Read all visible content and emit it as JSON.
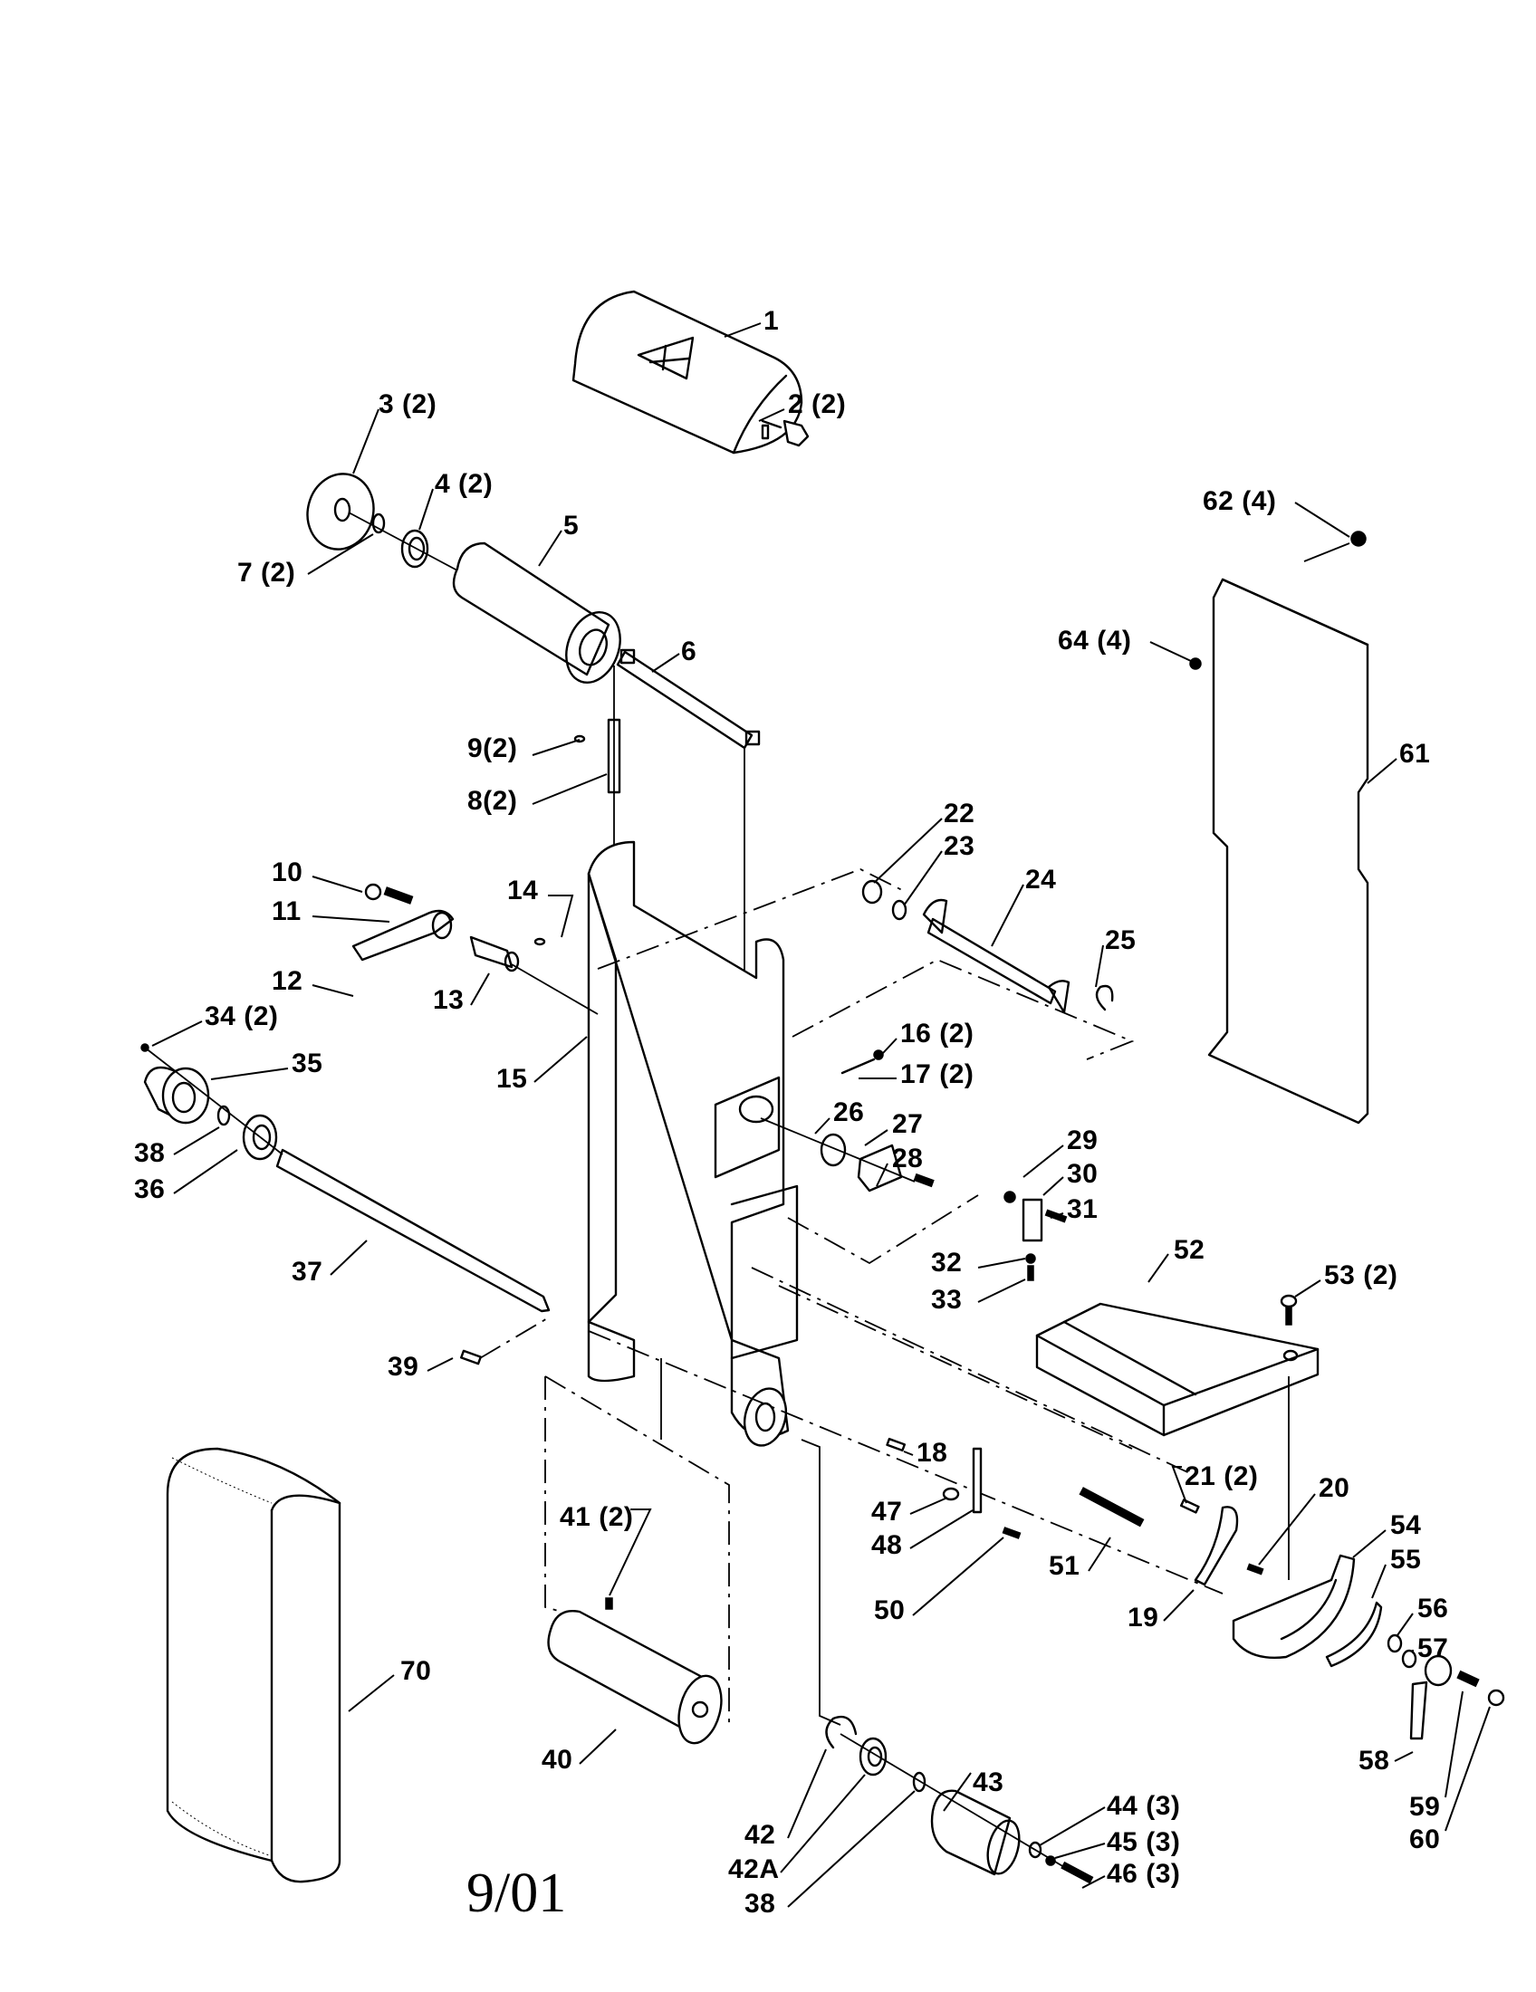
{
  "document": {
    "type": "exploded parts diagram",
    "date_stamp": "9/01"
  },
  "callouts": {
    "c1": "1",
    "c2": "2 (2)",
    "c3": "3 (2)",
    "c4": "4 (2)",
    "c5": "5",
    "c6": "6",
    "c7": "7 (2)",
    "c8": "8(2)",
    "c9": "9(2)",
    "c10": "10",
    "c11": "11",
    "c12": "12",
    "c13": "13",
    "c14": "14",
    "c15": "15",
    "c16": "16 (2)",
    "c17": "17 (2)",
    "c18": "18",
    "c19": "19",
    "c20": "20",
    "c21": "21 (2)",
    "c22": "22",
    "c23": "23",
    "c24": "24",
    "c25": "25",
    "c26": "26",
    "c27": "27",
    "c28": "28",
    "c29": "29",
    "c30": "30",
    "c31": "31",
    "c32": "32",
    "c33": "33",
    "c34": "34 (2)",
    "c35": "35",
    "c36": "36",
    "c37": "37",
    "c38_upper": "38",
    "c38_lower": "38",
    "c39": "39",
    "c40": "40",
    "c41": "41 (2)",
    "c42": "42",
    "c42A": "42A",
    "c43": "43",
    "c44": "44 (3)",
    "c45": "45 (3)",
    "c46": "46 (3)",
    "c47": "47",
    "c48": "48",
    "c50": "50",
    "c51": "51",
    "c52": "52",
    "c53": "53 (2)",
    "c54": "54",
    "c55": "55",
    "c56": "56",
    "c57": "57",
    "c58": "58",
    "c59": "59",
    "c60": "60",
    "c61": "61",
    "c62": "62 (4)",
    "c64": "64 (4)",
    "c70": "70"
  }
}
